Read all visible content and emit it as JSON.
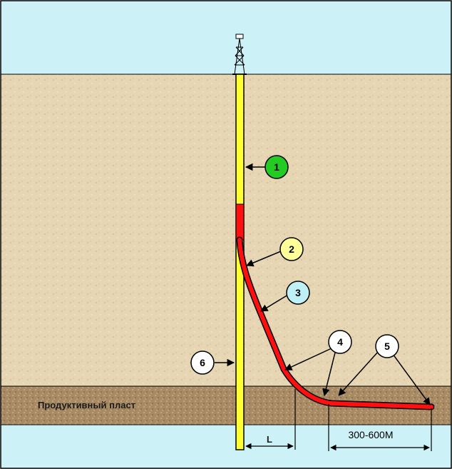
{
  "layer": {
    "label": "Продуктивный пласт"
  },
  "dimensions": {
    "offset_label": "L",
    "horizontal_label": "300-600М"
  },
  "markers": [
    {
      "id": "1",
      "color": "#22cc22"
    },
    {
      "id": "2",
      "color": "#ffff99"
    },
    {
      "id": "3",
      "color": "#bff0f5"
    },
    {
      "id": "4",
      "color": "#ffffff"
    },
    {
      "id": "5",
      "color": "#ffffff"
    },
    {
      "id": "6",
      "color": "#ffffff"
    }
  ],
  "colors": {
    "sky": "#ccf2f7",
    "rock": "#e6d6b4",
    "reservoir": "#a88a64",
    "casing": "#ffff33",
    "lateral": "#ff1010",
    "border": "#000000"
  }
}
